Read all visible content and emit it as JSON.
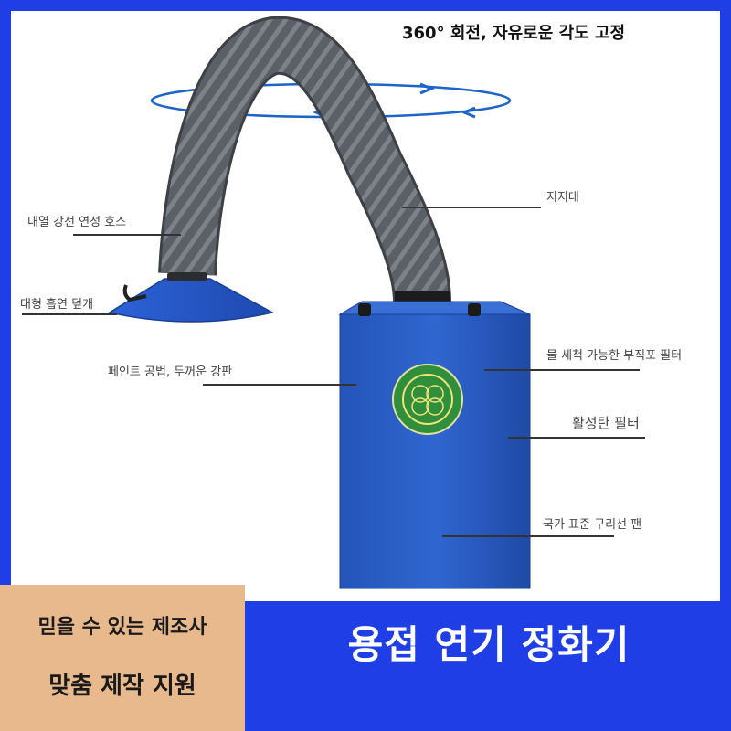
{
  "rotation_note": "360° 회전, 자유로운 각도 고정",
  "callouts": {
    "hose": "내열 강선 연성 호스",
    "hood": "대형 흡연 덮개",
    "paint": "페인트 공법, 두꺼운 강판",
    "support": "지지대",
    "filter_cloth": "물 세척 가능한 부직포 필터",
    "carbon_filter": "활성탄 필터",
    "fan": "국가 표준 구리선 팬"
  },
  "promo": {
    "line1": "믿을 수 있는 제조사",
    "line2": "맞춤 제작 지원"
  },
  "headline": "용접 연기 정화기",
  "colors": {
    "brand_blue": "#1f3ee6",
    "cabinet_blue": "#2a5fc8",
    "promo_bg": "#e9b98e",
    "hose_gray": "#5b5f66"
  }
}
